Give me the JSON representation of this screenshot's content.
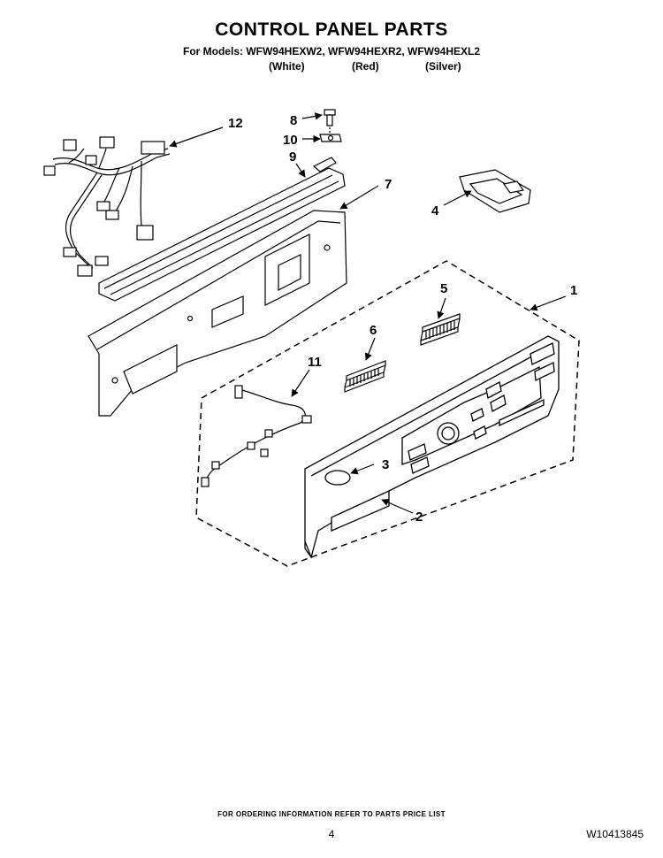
{
  "header": {
    "title": "CONTROL PANEL PARTS",
    "models": "For Models: WFW94HEXW2, WFW94HEXR2, WFW94HEXL2",
    "colors": [
      "(White)",
      "(Red)",
      "(Silver)"
    ]
  },
  "callouts": {
    "c1": "1",
    "c2": "2",
    "c3": "3",
    "c4": "4",
    "c5": "5",
    "c6": "6",
    "c7": "7",
    "c8": "8",
    "c9": "9",
    "c10": "10",
    "c11": "11",
    "c12": "12"
  },
  "footer": {
    "ordering": "FOR ORDERING INFORMATION REFER TO PARTS PRICE LIST",
    "page": "4",
    "doc_number": "W10413845"
  }
}
